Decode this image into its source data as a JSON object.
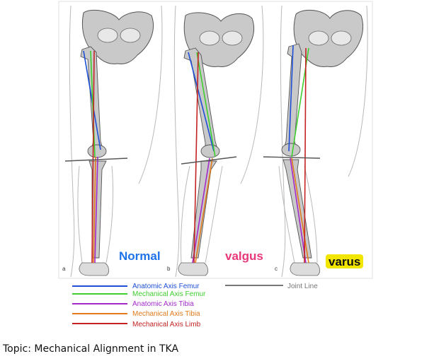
{
  "panels": [
    {
      "letter": "a",
      "label": "Normal",
      "label_color": "#1e73e8"
    },
    {
      "letter": "b",
      "label": "valgus",
      "label_color": "#e8387a"
    },
    {
      "letter": "c",
      "label": "varus",
      "label_color": "#111111",
      "label_bg": "#f2e600"
    }
  ],
  "legend": {
    "items": [
      {
        "label": "Anatomic Axis Femur",
        "color": "#1e4fd6"
      },
      {
        "label": "Mechanical Axis Femur",
        "color": "#3fcf2f"
      },
      {
        "label": "Anatomic Axis Tibia",
        "color": "#a329c9"
      },
      {
        "label": "Mechanical Axis Tibia",
        "color": "#e07a1c"
      },
      {
        "label": "Mechanical Axis Limb",
        "color": "#c42222"
      }
    ],
    "joint_line": {
      "label": "Joint Line",
      "color": "#777777"
    }
  },
  "footer": {
    "topic": "Topic: Mechanical Alignment in TKA"
  }
}
